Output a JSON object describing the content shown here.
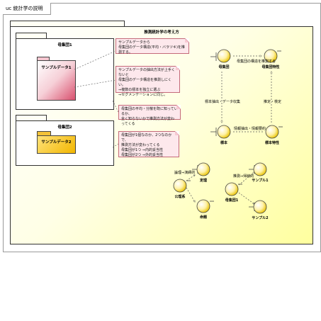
{
  "frame": {
    "title": "uc 統計学の説明"
  },
  "main_package": {
    "title": "推測統計学の考え方"
  },
  "packages": [
    {
      "title": "母集団1",
      "class": "サンプルデータ1"
    },
    {
      "title": "母集団2",
      "class": "サンプルデータ2"
    }
  ],
  "notes": [
    "サンプルデータから\n母集団のデータ構造(平均・バラツキ)を推測する。",
    "サンプルデータの抽出方法が上手くないと\n母集団のデータ構造を推測しにくい。\n⇒複数の標本を独立に選ぶ\n⇒セグメンテーションに同じ。",
    "母集団の平均・分散を既に知っているか、\n全く知らないかで推測方法が変わってくる",
    "母集団が1個なのか、2つなのかで、\n推測方法が変わってくる\n母集団が1つ ⇒内的妥当性\n母集団が2つ ⇒外的妥当性"
  ],
  "actors": {
    "population": "母集団",
    "population_char": "母集団特性",
    "sample": "標本",
    "sample_char": "標本特性",
    "hypothesis": "定理",
    "public_axiom": "公理系",
    "proposition": "命題",
    "sample1": "サンプル1",
    "population1": "母集団1",
    "sample2": "サンプル2"
  },
  "edge_labels": {
    "infer_structure": "母集団の構造を推測する",
    "sampling": "標本抽出・データ収集",
    "estimate": "推定・検定",
    "info_extract": "情報抽出・情報要約",
    "deduction": "論理⇒演繹的",
    "induction": "推測⇒帰納的"
  }
}
